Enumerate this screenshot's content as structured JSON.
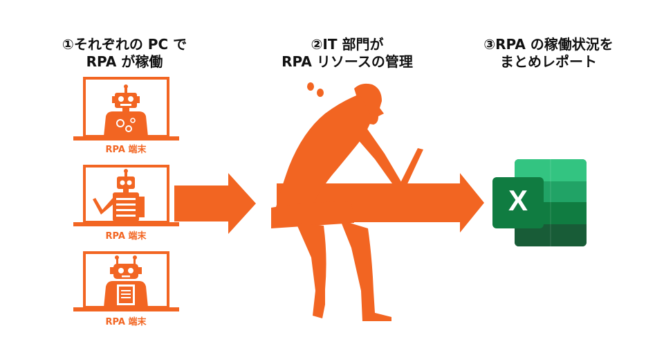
{
  "steps": [
    {
      "line1": "①それぞれの PC で",
      "line2": "RPA が稼働"
    },
    {
      "line1": "②IT 部門が",
      "line2": "RPA リソースの管理"
    },
    {
      "line1": "③RPA の稼働状況を",
      "line2": "まとめレポート"
    }
  ],
  "terminals": [
    {
      "label": "RPA 端末"
    },
    {
      "label": "RPA 端末"
    },
    {
      "label": "RPA 端末"
    }
  ],
  "excel": {
    "letter": "X"
  },
  "colors": {
    "accent": "#F26522",
    "excel_dark": "#107C41",
    "excel_mid": "#21A366",
    "excel_light": "#33C481",
    "excel_deep": "#185C37",
    "text": "#111111"
  }
}
